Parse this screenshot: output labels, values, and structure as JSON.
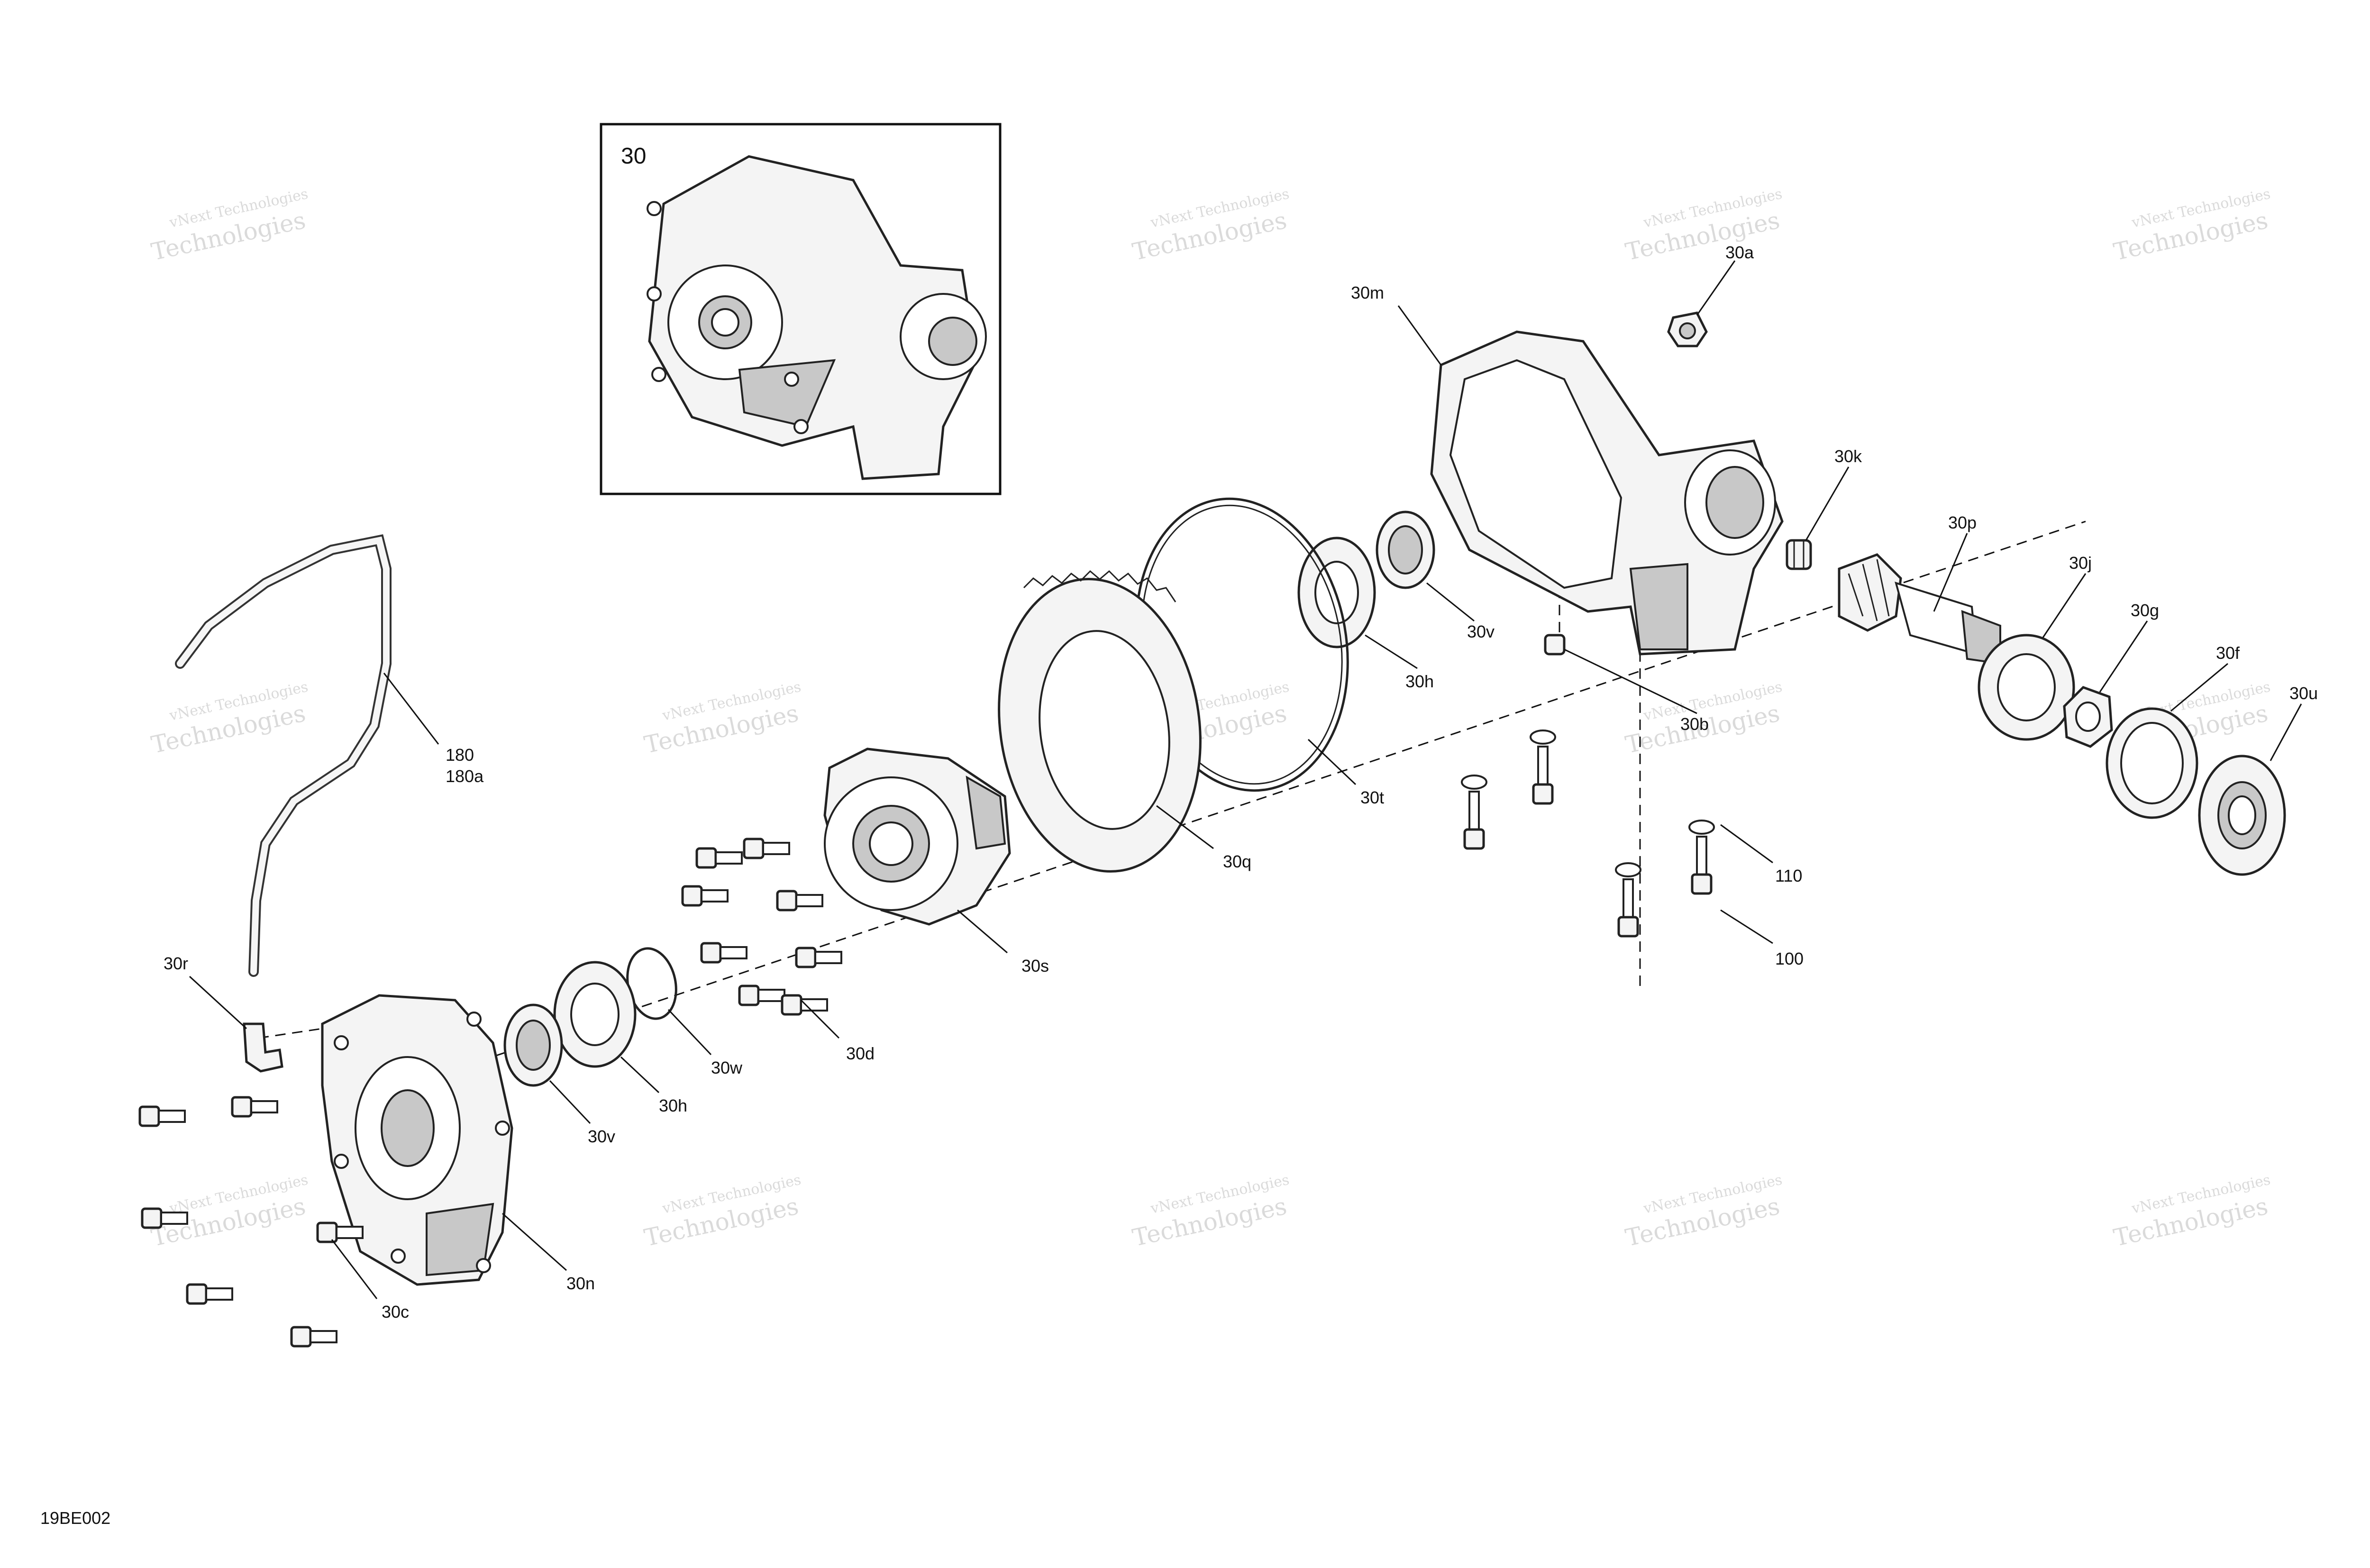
{
  "diagram": {
    "inset_label": "30",
    "doc_code": "19BE002",
    "watermark_line1": "vNext Technologies",
    "watermark_line2": "Technologies",
    "callouts": {
      "c30a": "30a",
      "c30m": "30m",
      "c30k": "30k",
      "c30p": "30p",
      "c30j": "30j",
      "c30g": "30g",
      "c30f": "30f",
      "c30u": "30u",
      "c30v_top": "30v",
      "c30h_top": "30h",
      "c30b": "30b",
      "c30t": "30t",
      "c30q": "30q",
      "c30s": "30s",
      "c110": "110",
      "c100": "100",
      "c180": "180",
      "c180a": "180a",
      "c30r": "30r",
      "c30w": "30w",
      "c30d": "30d",
      "c30h_bot": "30h",
      "c30v_bot": "30v",
      "c30n": "30n",
      "c30c": "30c"
    }
  }
}
